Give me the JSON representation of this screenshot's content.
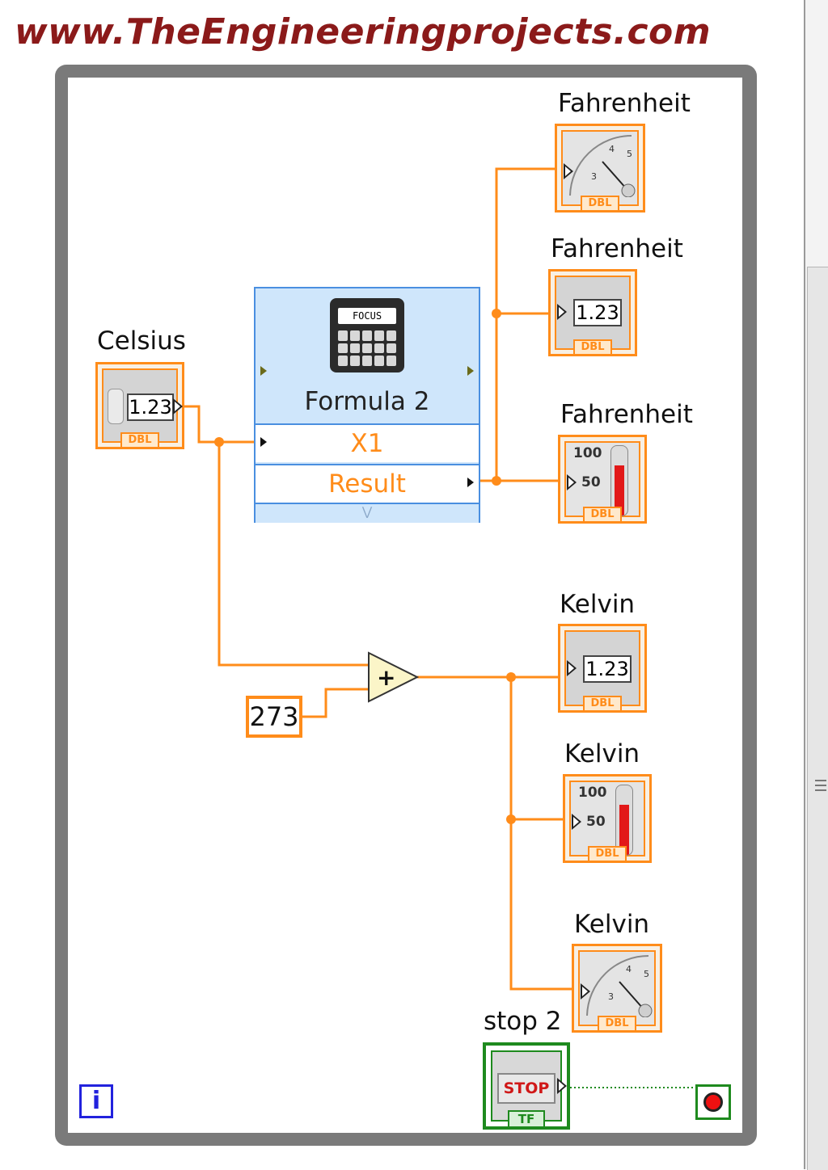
{
  "watermark": "www.TheEngineeringprojects.com",
  "diagram": {
    "loop": {
      "iteration_label": "i"
    },
    "input": {
      "label": "Celsius",
      "display": "1.23",
      "type": "DBL"
    },
    "formula_node": {
      "title": "Formula 2",
      "input_label": "X1",
      "output_label": "Result",
      "calc_screen": "FOCUS"
    },
    "constant": {
      "value": "273"
    },
    "add_operator": {
      "symbol": "+"
    },
    "fahrenheit_outputs": [
      {
        "label": "Fahrenheit",
        "kind": "gauge",
        "type": "DBL"
      },
      {
        "label": "Fahrenheit",
        "kind": "numeric",
        "display": "1.23",
        "type": "DBL"
      },
      {
        "label": "Fahrenheit",
        "kind": "thermometer",
        "scale_100": "100",
        "scale_50": "50",
        "type": "DBL"
      }
    ],
    "kelvin_outputs": [
      {
        "label": "Kelvin",
        "kind": "numeric",
        "display": "1.23",
        "type": "DBL"
      },
      {
        "label": "Kelvin",
        "kind": "thermometer",
        "scale_100": "100",
        "scale_50": "50",
        "type": "DBL"
      },
      {
        "label": "Kelvin",
        "kind": "gauge",
        "type": "DBL"
      }
    ],
    "stop_control": {
      "label": "stop 2",
      "button": "STOP",
      "type": "TF"
    },
    "gauge_ticks": [
      "3",
      "4",
      "5"
    ],
    "colors": {
      "wire_dbl": "#ff8c1a",
      "wire_bool": "#1e8a1e",
      "formula_bg": "#cfe6fb",
      "loop_border": "#7a7a7a"
    }
  }
}
